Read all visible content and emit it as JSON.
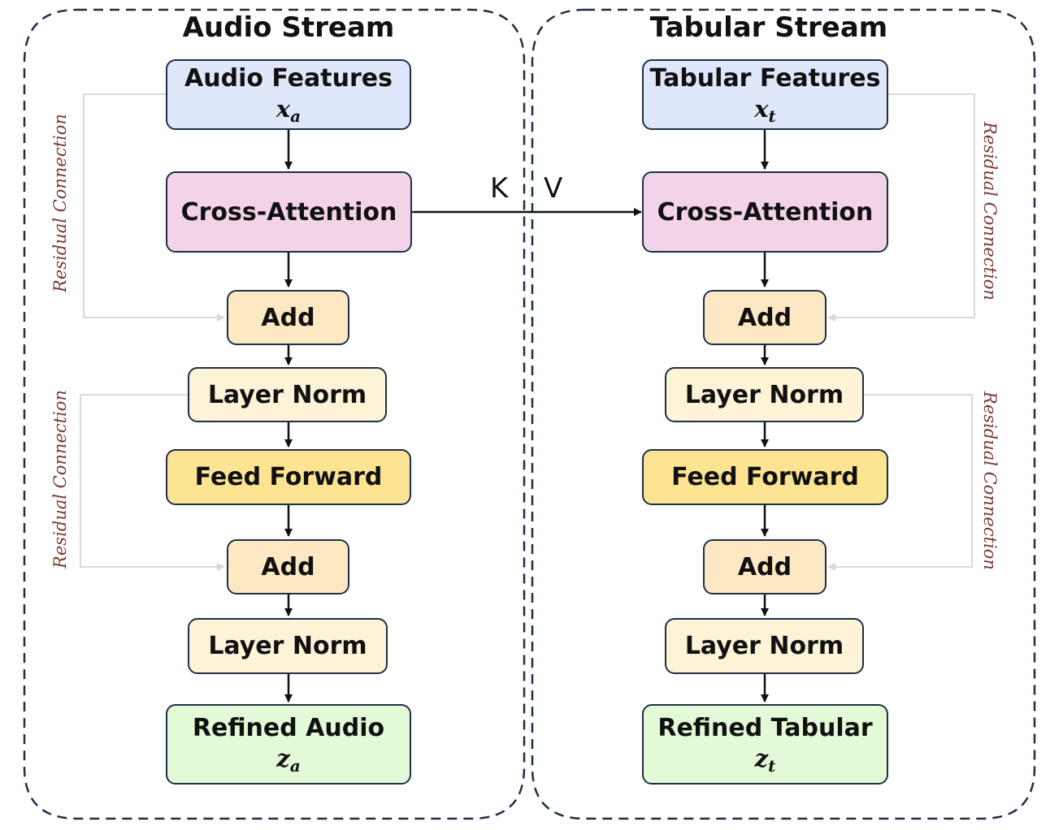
{
  "audio": {
    "title": "Audio Stream",
    "input": {
      "label": "Audio Features",
      "symbol": "x",
      "sub": "a"
    },
    "cross_attention": "Cross-Attention",
    "add1": "Add",
    "norm1": "Layer Norm",
    "feed_forward": "Feed Forward",
    "add2": "Add",
    "norm2": "Layer Norm",
    "output": {
      "label": "Refined Audio",
      "symbol": "z",
      "sub": "a"
    },
    "residual_1": "Residual Connection",
    "residual_2": "Residual Connection"
  },
  "tabular": {
    "title": "Tabular Stream",
    "input": {
      "label": "Tabular Features",
      "symbol": "x",
      "sub": "t"
    },
    "cross_attention": "Cross-Attention",
    "add1": "Add",
    "norm1": "Layer Norm",
    "feed_forward": "Feed Forward",
    "add2": "Add",
    "norm2": "Layer Norm",
    "output": {
      "label": "Refined Tabular",
      "symbol": "z",
      "sub": "t"
    },
    "residual_1": "Residual Connection",
    "residual_2": "Residual Connection"
  },
  "exchange": {
    "k": "K",
    "v": "V"
  },
  "colors": {
    "border": "#1f2f45",
    "features": "#dfe7fb",
    "cross_attention": "#f2d3e8",
    "add": "#fce9c4",
    "layer_norm": "#fdf4d7",
    "feed_forward": "#fde493",
    "output": "#e4f9d6",
    "residual_label": "#7a3a34",
    "residual_line": "#d9d9d9"
  }
}
